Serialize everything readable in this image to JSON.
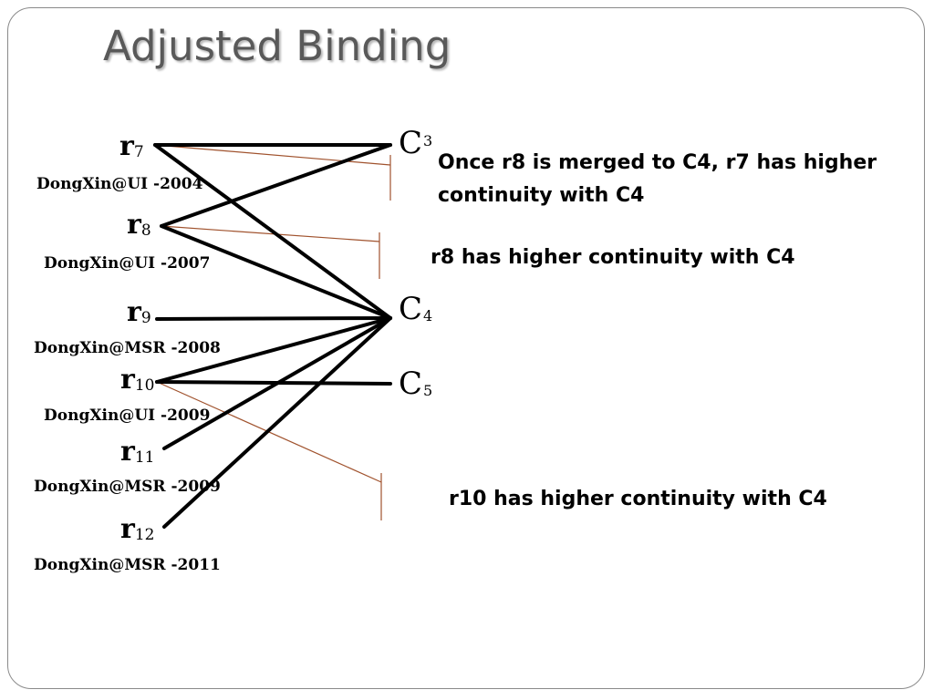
{
  "slide": {
    "title": "Adjusted Binding"
  },
  "records": [
    {
      "id": "r7",
      "letter": "r",
      "sub": "7",
      "source": "DongXin@UI -2004"
    },
    {
      "id": "r8",
      "letter": "r",
      "sub": "8",
      "source": "DongXin@UI -2007"
    },
    {
      "id": "r9",
      "letter": "r",
      "sub": "9",
      "source": "DongXin@MSR -2008"
    },
    {
      "id": "r10",
      "letter": "r",
      "sub": "10",
      "source": "DongXin@UI -2009"
    },
    {
      "id": "r11",
      "letter": "r",
      "sub": "11",
      "source": "DongXin@MSR -2009"
    },
    {
      "id": "r12",
      "letter": "r",
      "sub": "12",
      "source": "DongXin@MSR -2011"
    }
  ],
  "clusters": [
    {
      "id": "C3",
      "letter": "C",
      "sub": "3"
    },
    {
      "id": "C4",
      "letter": "C",
      "sub": "4"
    },
    {
      "id": "C5",
      "letter": "C",
      "sub": "5"
    }
  ],
  "bindings": [
    {
      "from": "r7",
      "to": "C3"
    },
    {
      "from": "r7",
      "to": "C4"
    },
    {
      "from": "r8",
      "to": "C3"
    },
    {
      "from": "r8",
      "to": "C4"
    },
    {
      "from": "r9",
      "to": "C4"
    },
    {
      "from": "r10",
      "to": "C4"
    },
    {
      "from": "r10",
      "to": "C5"
    },
    {
      "from": "r11",
      "to": "C4"
    },
    {
      "from": "r12",
      "to": "C4"
    }
  ],
  "annotations": [
    {
      "from": "r7",
      "text": "Once r8 is merged to C4, r7 has higher continuity with C4"
    },
    {
      "from": "r8",
      "text": "r8 has higher continuity with C4"
    },
    {
      "from": "r10",
      "text": "r10 has higher continuity with C4"
    }
  ],
  "colors": {
    "binding_line": "#000000",
    "annotation_line": "#a0522d",
    "title": "#595959",
    "frame": "#8a8a8a"
  }
}
